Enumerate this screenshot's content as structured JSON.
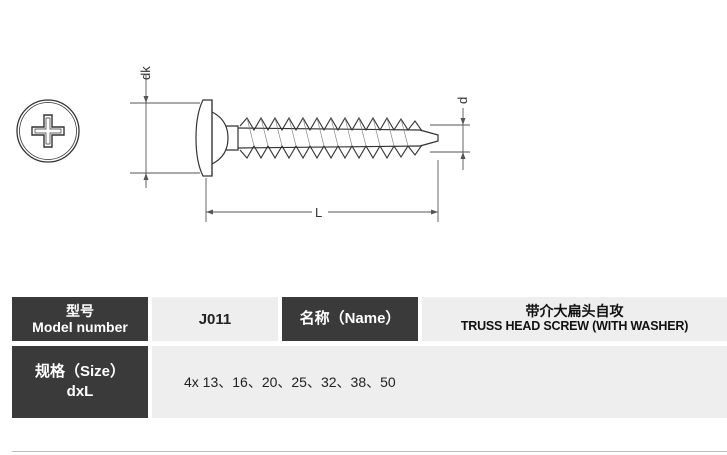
{
  "drawing": {
    "dim_head_dia": "dk",
    "dim_length": "L",
    "dim_thread_dia": "d"
  },
  "table": {
    "model_label_cn": "型号",
    "model_label_en": "Model number",
    "model_value": "J011",
    "name_label": "名称（Name）",
    "name_value_cn": "带介大扁头自攻",
    "name_value_en": "TRUSS HEAD SCREW (WITH WASHER)",
    "size_label_cn": "规格（Size）",
    "size_label_en": "dxL",
    "size_value": "4x 13、16、20、25、32、38、50"
  }
}
